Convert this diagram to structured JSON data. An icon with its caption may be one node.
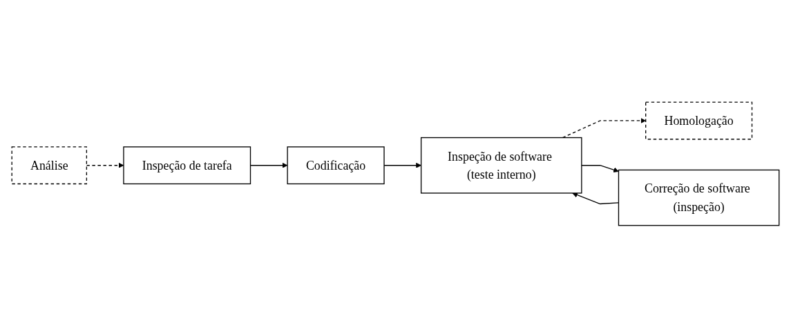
{
  "diagram": {
    "nodes": [
      {
        "text": [
          "Análise"
        ]
      },
      {
        "text": [
          "Inspeção de tarefa"
        ]
      },
      {
        "text": [
          "Codificação"
        ]
      },
      {
        "text": [
          "Inspeção de software (teste interno)"
        ]
      },
      {
        "text": [
          "Homologação"
        ]
      },
      {
        "text": [
          "Correção de software (inspeção)"
        ]
      }
    ],
    "edges": [
      {
        "from": 0,
        "to": 1,
        "arrow": "to",
        "style": "dashed"
      },
      {
        "from": 1,
        "to": 2,
        "arrow": "to"
      },
      {
        "from": 2,
        "to": 3,
        "arrow": "to"
      },
      {
        "from": 3,
        "to": 4,
        "arrow": "to",
        "style": "dashed"
      },
      {
        "from": 3,
        "to": 5,
        "arrow": "to"
      },
      {
        "from": 5,
        "to": 3,
        "arrow": "to"
      }
    ]
  }
}
